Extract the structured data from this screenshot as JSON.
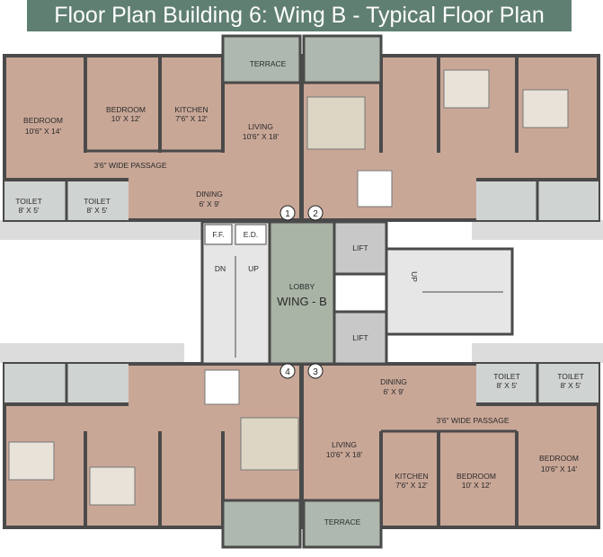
{
  "title": "Floor Plan Building 6: Wing B - Typical Floor Plan",
  "colors": {
    "banner": "#5f7f72",
    "room_floor": "#c9a797",
    "wet_area": "#cfd4d2",
    "lobby": "#a9b3a6",
    "wall": "#4a4a4a"
  },
  "labels": {
    "bedroom": "BEDROOM",
    "kitchen": "KITCHEN",
    "living": "LIVING",
    "dining": "DINING",
    "toilet": "TOILET",
    "terrace": "TERRACE",
    "lift": "LIFT",
    "lobby": "LOBBY",
    "wing": "WING - B",
    "passage": "3'6\" WIDE PASSAGE",
    "ff": "F.F.",
    "ed": "E.D.",
    "dn": "DN",
    "up": "UP"
  },
  "dims": {
    "bedroom_large": "10'6\" X 14'",
    "bedroom_small": "10' X 12'",
    "kitchen": "7'6\" X 12'",
    "living": "10'6\" X 18'",
    "dining": "6' X 9'",
    "toilet": "8' X 5'"
  },
  "flat_numbers": [
    "1",
    "2",
    "3",
    "4"
  ]
}
